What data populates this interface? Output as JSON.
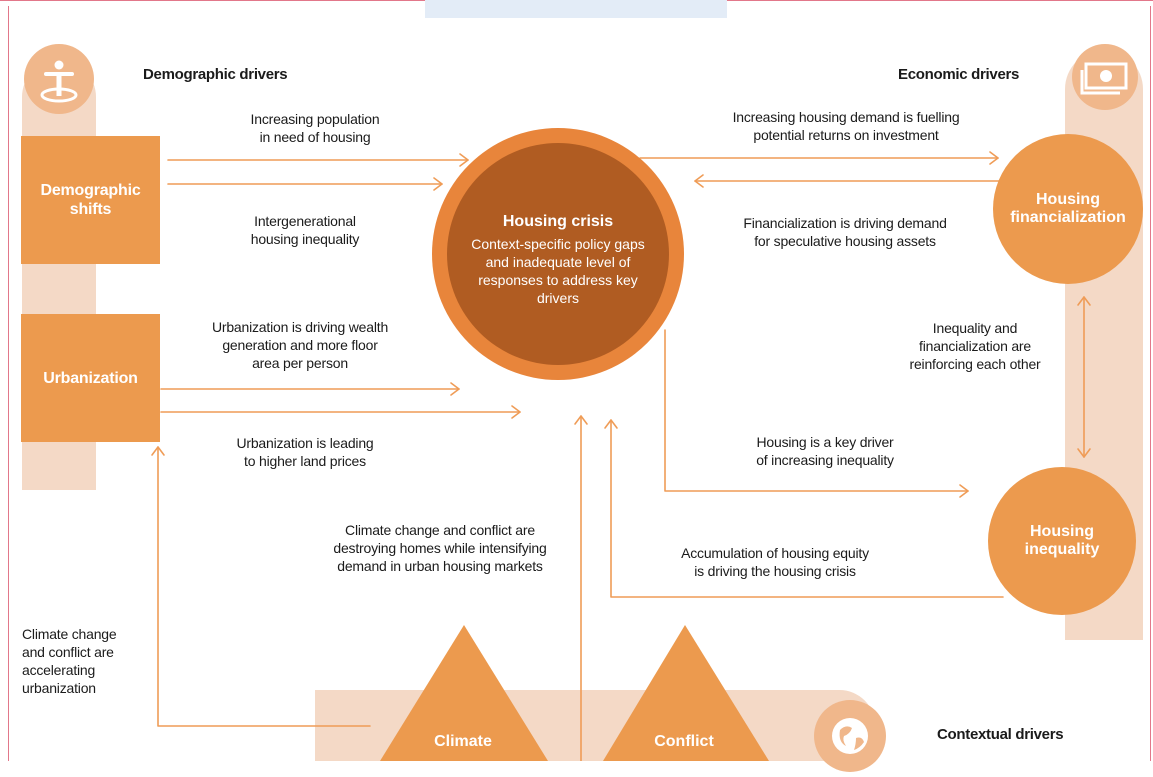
{
  "headings": {
    "demographic": "Demographic drivers",
    "economic": "Economic drivers",
    "contextual": "Contextual drivers"
  },
  "nodes": {
    "demographic_shifts": "Demographic\nshifts",
    "urbanization": "Urbanization",
    "housing_financialization": "Housing\nfinancialization",
    "housing_inequality": "Housing\ninequality",
    "climate": "Climate",
    "conflict": "Conflict"
  },
  "crisis": {
    "title": "Housing crisis",
    "text": "Context-specific policy gaps and inadequate level of responses to address key drivers"
  },
  "labels": {
    "population": "Increasing population\nin need of housing",
    "intergenerational": "Intergenerational\nhousing inequality",
    "urban_wealth": "Urbanization is driving wealth\ngeneration and more floor\narea per person",
    "urban_land": "Urbanization is leading\nto higher land prices",
    "climate_destroy": "Climate change and conflict are\ndestroying homes while intensifying\ndemand in urban housing markets",
    "climate_urban": "Climate change\nand conflict are\naccelerating\nurbanization",
    "demand_returns": "Increasing housing demand is fuelling\npotential returns on investment",
    "speculative": "Financialization is driving demand\nfor speculative housing assets",
    "reinforcing": "Inequality and\nfinancialization are\nreinforcing each other",
    "key_driver": "Housing is a key driver\nof increasing inequality",
    "equity": "Accumulation of housing equity\nis driving the housing crisis"
  },
  "colors": {
    "node": "#ec9a4e",
    "band": "#f4d9c6",
    "crisis_outer": "#e8853b",
    "crisis_inner": "#b05c22",
    "arrow": "#ef9c57"
  }
}
